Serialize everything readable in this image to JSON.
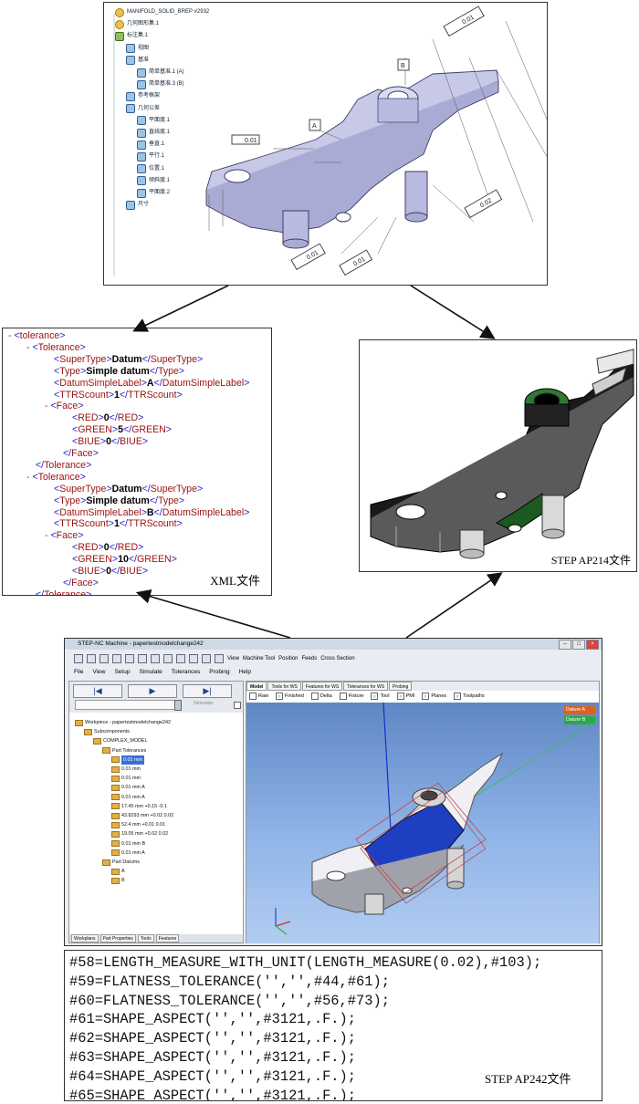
{
  "cad": {
    "tree": [
      {
        "label": "MANIFOLD_SOLID_BREP #2932",
        "indent": 0,
        "icon": "folder-icon"
      },
      {
        "label": "几何图形集.1",
        "indent": 0,
        "icon": "geometry-set-icon"
      },
      {
        "label": "标注集.1",
        "indent": 0,
        "icon": "annotation-set-icon"
      },
      {
        "label": "视图",
        "indent": 1,
        "icon": "view-icon"
      },
      {
        "label": "基准",
        "indent": 1,
        "icon": "datum-icon"
      },
      {
        "label": "简单基准.1 (A)",
        "indent": 2,
        "icon": "datum-icon"
      },
      {
        "label": "简单基准.3 (B)",
        "indent": 2,
        "icon": "datum-icon"
      },
      {
        "label": "参考框架",
        "indent": 1,
        "icon": "frame-icon"
      },
      {
        "label": "几何公差",
        "indent": 1,
        "icon": "tolerance-icon"
      },
      {
        "label": "平面度.1",
        "indent": 2,
        "icon": "flatness-icon"
      },
      {
        "label": "直线度.1",
        "indent": 2,
        "icon": "straightness-icon"
      },
      {
        "label": "垂直.1",
        "indent": 2,
        "icon": "perpendicular-icon"
      },
      {
        "label": "平行.1",
        "indent": 2,
        "icon": "parallel-icon"
      },
      {
        "label": "位置.1",
        "indent": 2,
        "icon": "position-icon"
      },
      {
        "label": "倾斜度.1",
        "indent": 2,
        "icon": "angularity-icon"
      },
      {
        "label": "平面度.2",
        "indent": 2,
        "icon": "flatness-icon"
      },
      {
        "label": "尺寸",
        "indent": 1,
        "icon": "dimension-icon"
      }
    ],
    "callouts": [
      "0.01",
      "A",
      "B",
      "0.01",
      "0.02",
      "0.01",
      "0.01"
    ]
  },
  "xml": {
    "caption": "XML文件",
    "root": "tolerance",
    "items": [
      {
        "SuperType": "Datum",
        "Type": "Simple datum",
        "DatumSimpleLabel": "A",
        "TTRScount": "1",
        "RED": "0",
        "GREEN": "5",
        "BIUE": "0"
      },
      {
        "SuperType": "Datum",
        "Type": "Simple datum",
        "DatumSimpleLabel": "B",
        "TTRScount": "1",
        "RED": "0",
        "GREEN": "10",
        "BIUE": "0"
      }
    ]
  },
  "ap214": {
    "caption": "STEP AP214文件"
  },
  "stepnc": {
    "title": "STEP-NC Machine - papertestmodelchange242",
    "toolbar": [
      "View",
      "Machine Tool",
      "Position",
      "Feeds",
      "Cross Section"
    ],
    "menu": [
      "File",
      "View",
      "Setup",
      "Simulate",
      "Tolerances",
      "Probing",
      "Help"
    ],
    "simulate_label": "Simulate",
    "tree": [
      {
        "label": "Workpiece - papertestmodelchange242",
        "indent": 0
      },
      {
        "label": "Subcomponents",
        "indent": 1
      },
      {
        "label": "COMPLEX_MODEL",
        "indent": 2
      },
      {
        "label": "Part Tolerances",
        "indent": 3
      },
      {
        "label": "0.01 mm",
        "indent": 4,
        "selected": true
      },
      {
        "label": "0.01 mm",
        "indent": 4
      },
      {
        "label": "0.01 mm",
        "indent": 4
      },
      {
        "label": "0.01 mm A",
        "indent": 4
      },
      {
        "label": "0.01 mm A",
        "indent": 4
      },
      {
        "label": "17.45 mm +0.15 -0.1",
        "indent": 4
      },
      {
        "label": "43.8293 mm +0.02 0.02",
        "indent": 4
      },
      {
        "label": "52.4 mm +0.01 0.01",
        "indent": 4
      },
      {
        "label": "19.05 mm +0.02 0.02",
        "indent": 4
      },
      {
        "label": "0.01 mm B",
        "indent": 4
      },
      {
        "label": "0.01 mm A",
        "indent": 4
      },
      {
        "label": "Part Datums",
        "indent": 3
      },
      {
        "label": "A",
        "indent": 4
      },
      {
        "label": "B",
        "indent": 4
      }
    ],
    "left_tabs": [
      "Workplans",
      "Part Properties",
      "Tools",
      "Features"
    ],
    "right_tabs": [
      "Model",
      "Tools for WS",
      "Features for WS",
      "Tolerances for WS",
      "Probing"
    ],
    "options": [
      {
        "label": "Raw",
        "checked": false
      },
      {
        "label": "Finished",
        "checked": true
      },
      {
        "label": "Delta",
        "checked": false
      },
      {
        "label": "Fixture",
        "checked": false
      },
      {
        "label": "Tool",
        "checked": true
      },
      {
        "label": "PMI",
        "checked": true
      },
      {
        "label": "Planes",
        "checked": true
      },
      {
        "label": "Toolpaths",
        "checked": true
      }
    ],
    "datum_boxes": [
      {
        "label": "Datum A",
        "color": "#e0601c"
      },
      {
        "label": "Datum B",
        "color": "#2aa84a"
      }
    ]
  },
  "ap242": {
    "caption": "STEP AP242文件",
    "lines": [
      "#58=LENGTH_MEASURE_WITH_UNIT(LENGTH_MEASURE(0.02),#103);",
      "#59=FLATNESS_TOLERANCE('','',#44,#61);",
      "#60=FLATNESS_TOLERANCE('','',#56,#73);",
      "#61=SHAPE_ASPECT('','',#3121,.F.);",
      "#62=SHAPE_ASPECT('','',#3121,.F.);",
      "#63=SHAPE_ASPECT('','',#3121,.F.);",
      "#64=SHAPE_ASPECT('','',#3121,.F.);",
      "#65=SHAPE_ASPECT('','',#3121,.F.);"
    ]
  }
}
